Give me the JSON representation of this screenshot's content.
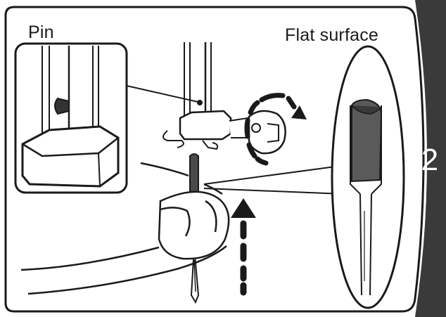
{
  "labels": {
    "pin": "Pin",
    "flat_surface": "Flat surface"
  },
  "step_number": "2",
  "colors": {
    "ink": "#1a1a1a",
    "tab": "#3a3a3a",
    "flat_fill": "#5a5a5a",
    "background": "#ffffff"
  }
}
